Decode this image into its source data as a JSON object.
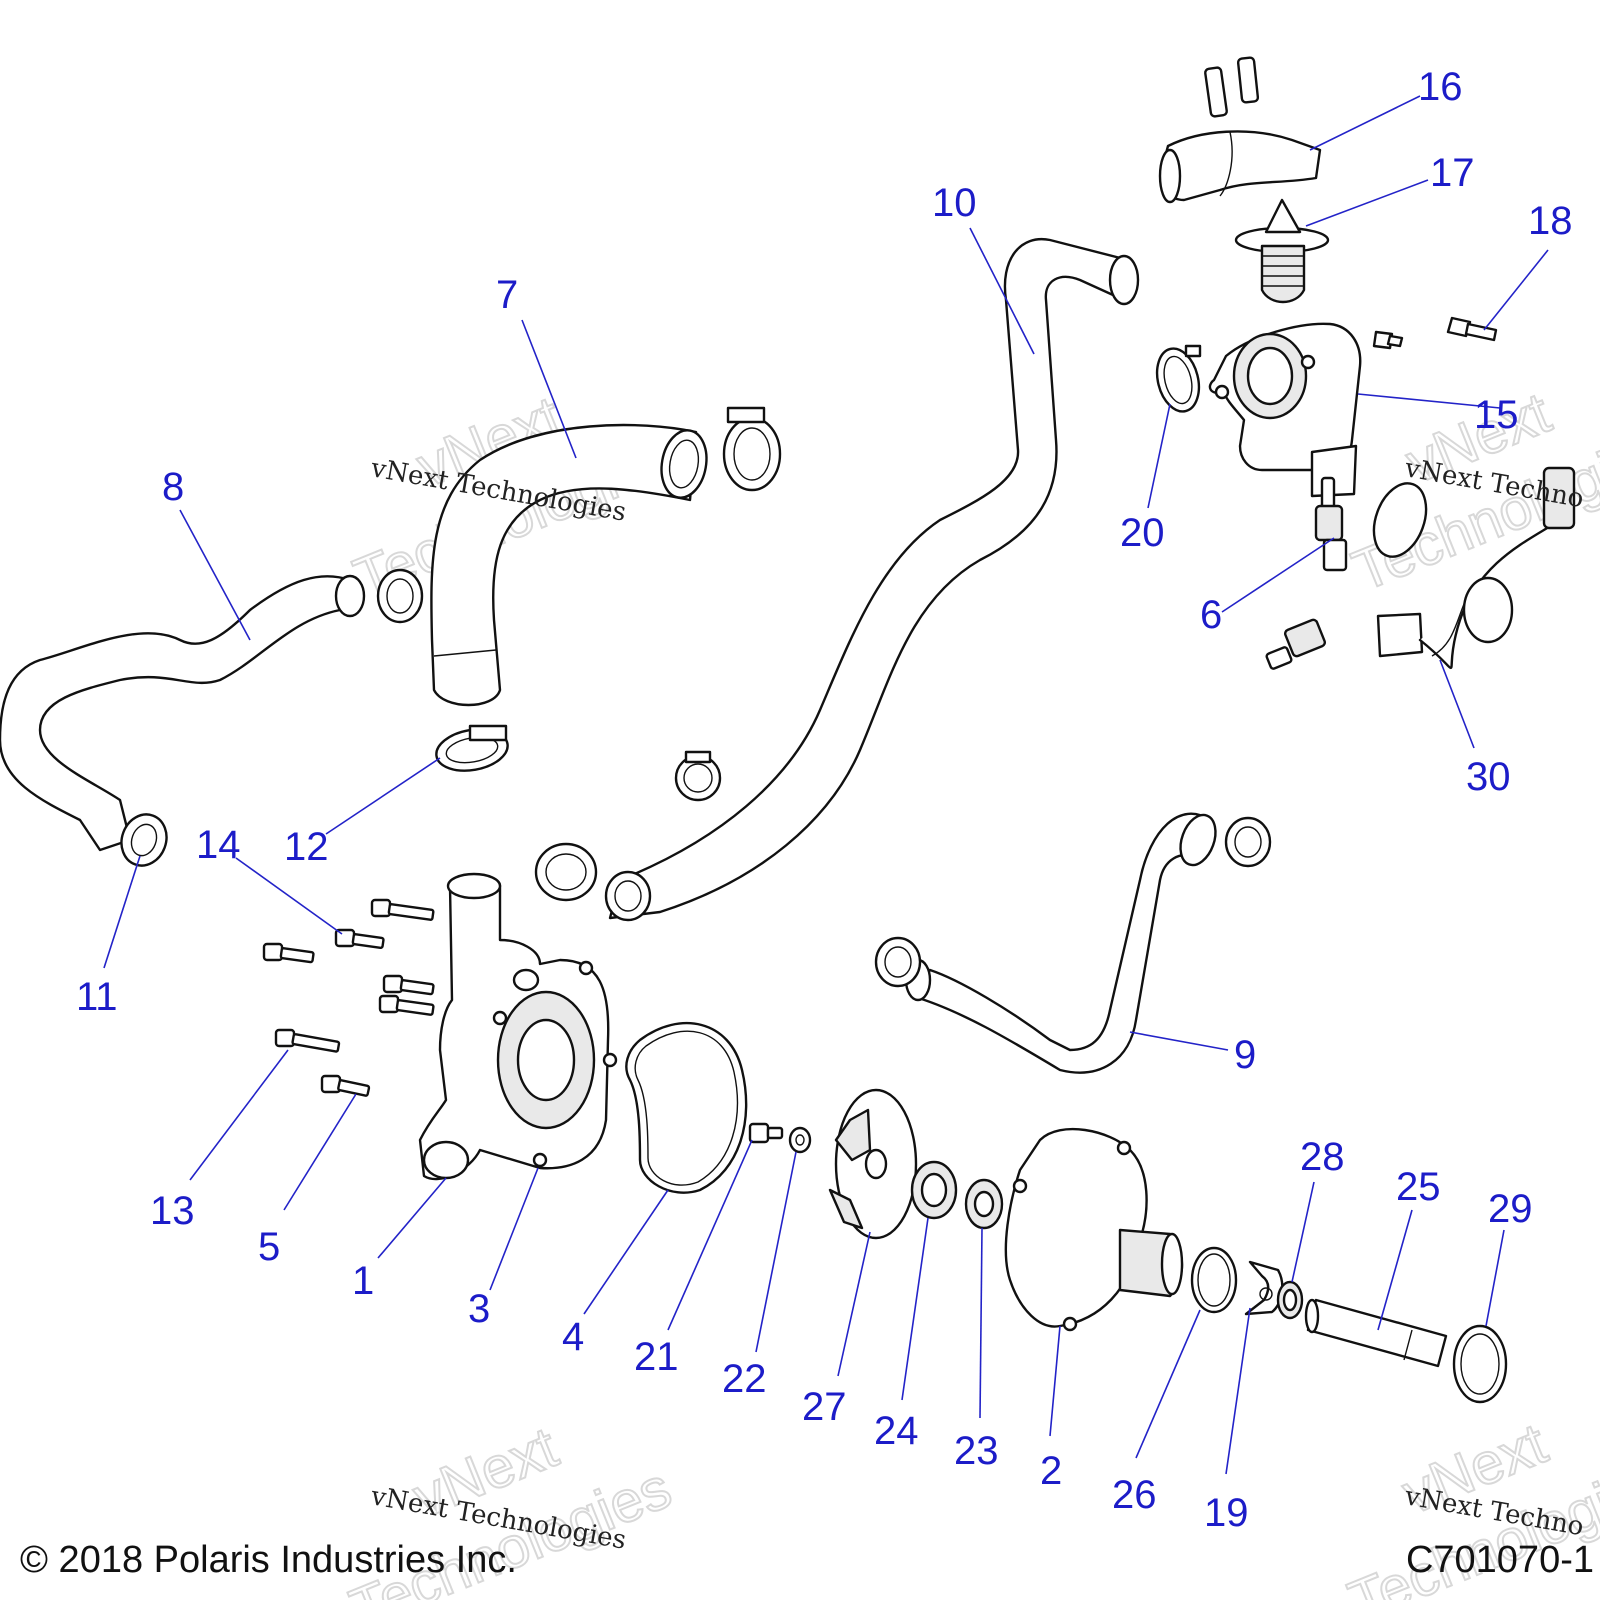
{
  "diagram": {
    "callouts": [
      "16",
      "17",
      "18",
      "10",
      "7",
      "8",
      "15",
      "20",
      "6",
      "30",
      "12",
      "14",
      "11",
      "9",
      "13",
      "5",
      "1",
      "3",
      "4",
      "21",
      "22",
      "27",
      "24",
      "23",
      "2",
      "26",
      "19",
      "28",
      "25",
      "29"
    ]
  },
  "watermark": {
    "line1": "vNext",
    "line2": "Technologies",
    "caption": "vNext Technologies",
    "caption_partial": "vNext Techno"
  },
  "footer": {
    "copyright": "© 2018 Polaris Industries Inc.",
    "code": "C701070-1"
  }
}
